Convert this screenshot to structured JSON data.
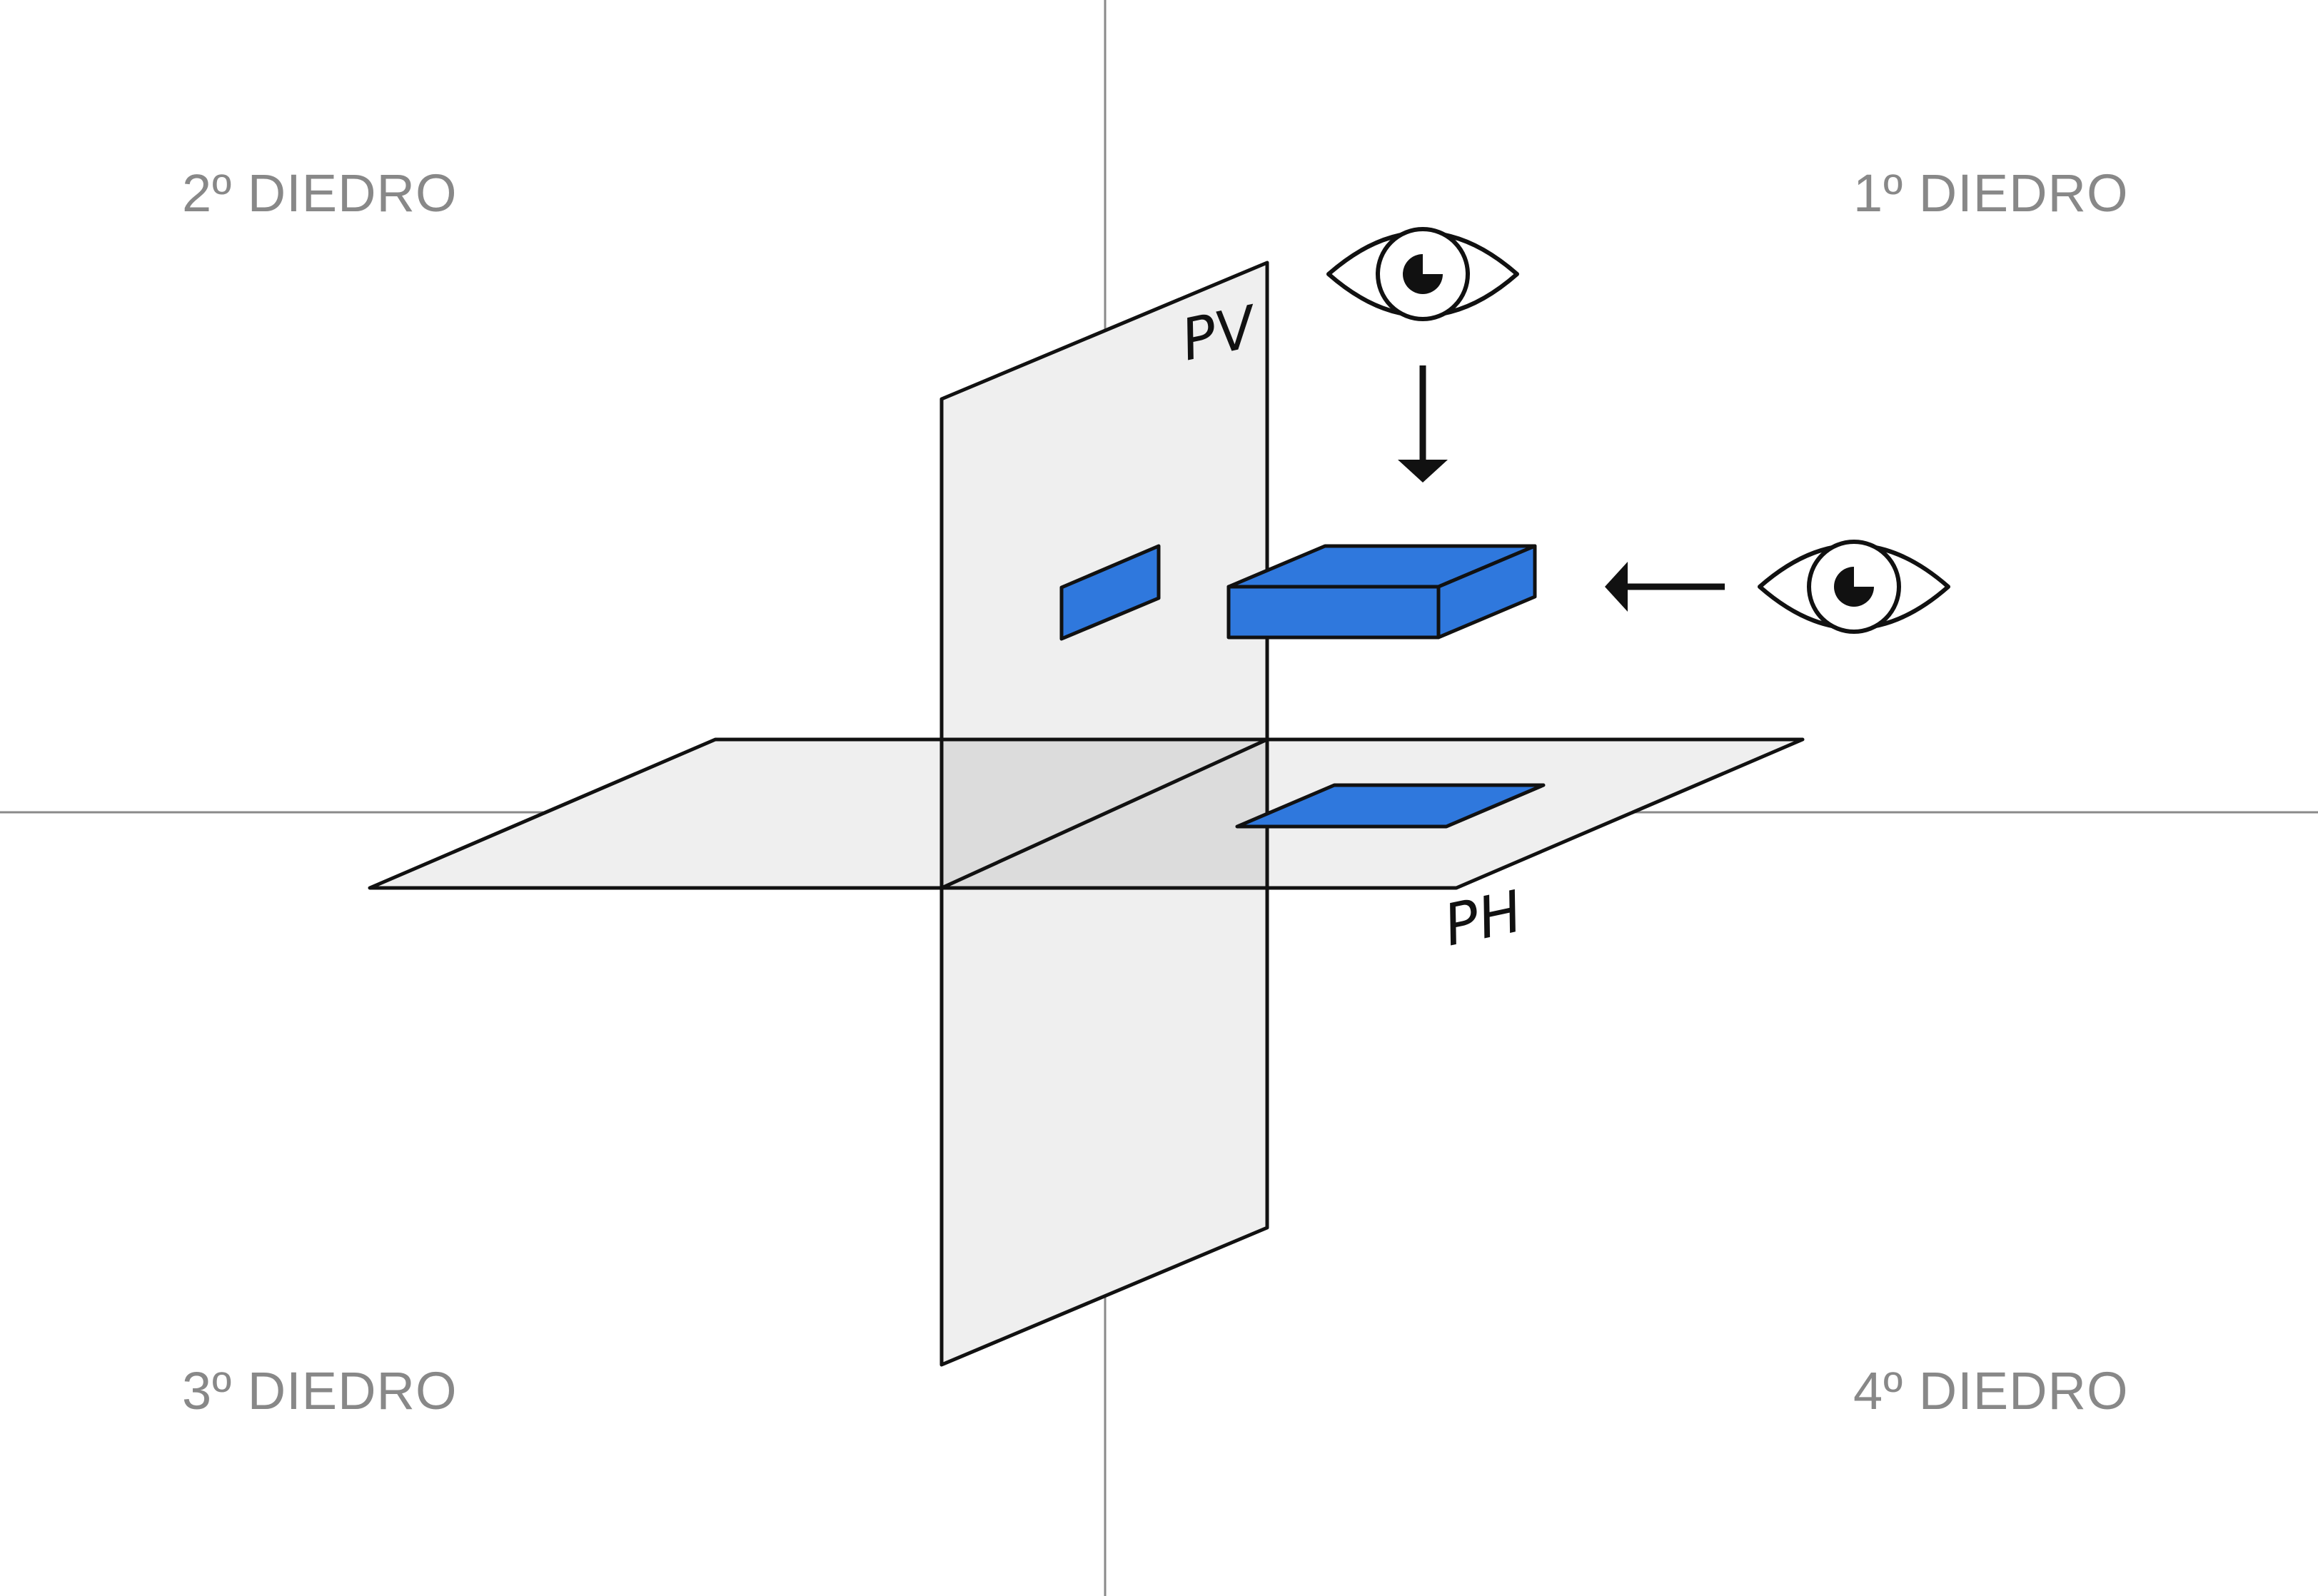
{
  "colors": {
    "background": "#ffffff",
    "axis": "#8a8a8a",
    "plane_fill": "#efefef",
    "plane_overlap": "#dcdcdc",
    "outline": "#111111",
    "object_blue": "#2f78dd",
    "label_gray": "#888888"
  },
  "quadrants": {
    "second": "2º DIEDRO",
    "first": "1º DIEDRO",
    "third": "3º DIEDRO",
    "fourth": "4º DIEDRO"
  },
  "planes": {
    "vertical": "PV",
    "horizontal": "PH"
  },
  "icons": {
    "top_viewer": "eye-icon",
    "front_viewer": "eye-icon",
    "top_arrow": "arrow-down-icon",
    "front_arrow": "arrow-left-icon"
  }
}
